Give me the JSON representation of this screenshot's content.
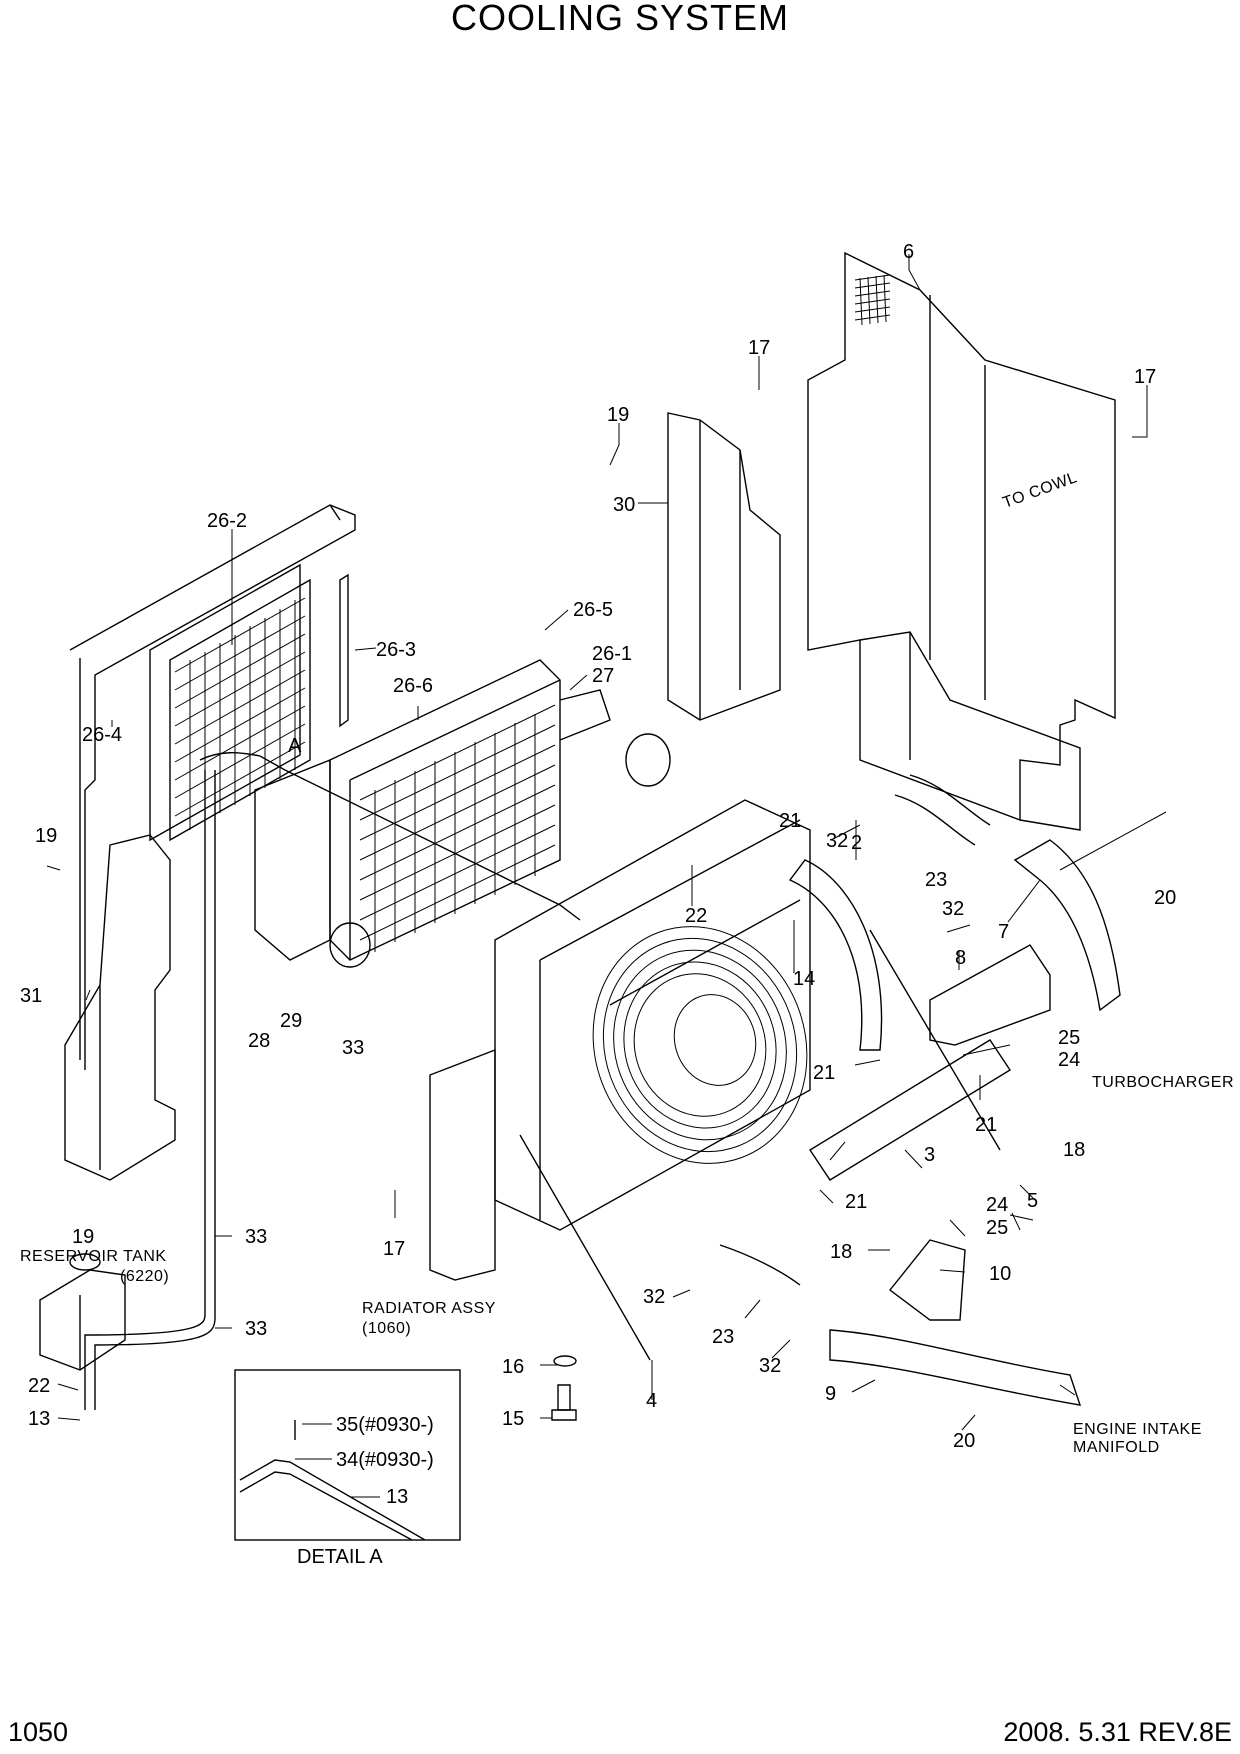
{
  "title": "COOLING SYSTEM",
  "page_number": "1050",
  "revision": "2008. 5.31  REV.8E",
  "detail": {
    "caption": "DETAIL A",
    "marker": "A",
    "labels": [
      "35(#0930-)",
      "34(#0930-)",
      "13"
    ]
  },
  "notes": {
    "to_cowl": "TO COWL",
    "reservoir_tank": "RESERVOIR TANK",
    "reservoir_tank_ref": "(6220)",
    "radiator_assy": "RADIATOR ASSY",
    "radiator_assy_ref": "(1060)",
    "turbocharger": "TURBOCHARGER",
    "engine_intake_1": "ENGINE INTAKE",
    "engine_intake_2": "MANIFOLD"
  },
  "callouts": [
    "6",
    "17",
    "17",
    "19",
    "30",
    "26-2",
    "26-5",
    "26-3",
    "26-1",
    "27",
    "26-6",
    "26-4",
    "A",
    "19",
    "21",
    "32",
    "2",
    "23",
    "20",
    "32",
    "7",
    "22",
    "14",
    "8",
    "31",
    "29",
    "28",
    "33",
    "25",
    "24",
    "21",
    "TURBOCHARGER",
    "21",
    "18",
    "3",
    "21",
    "5",
    "24",
    "25",
    "19",
    "33",
    "17",
    "18",
    "10",
    "32",
    "33",
    "23",
    "16",
    "32",
    "4",
    "9",
    "15",
    "20",
    "22",
    "13"
  ]
}
